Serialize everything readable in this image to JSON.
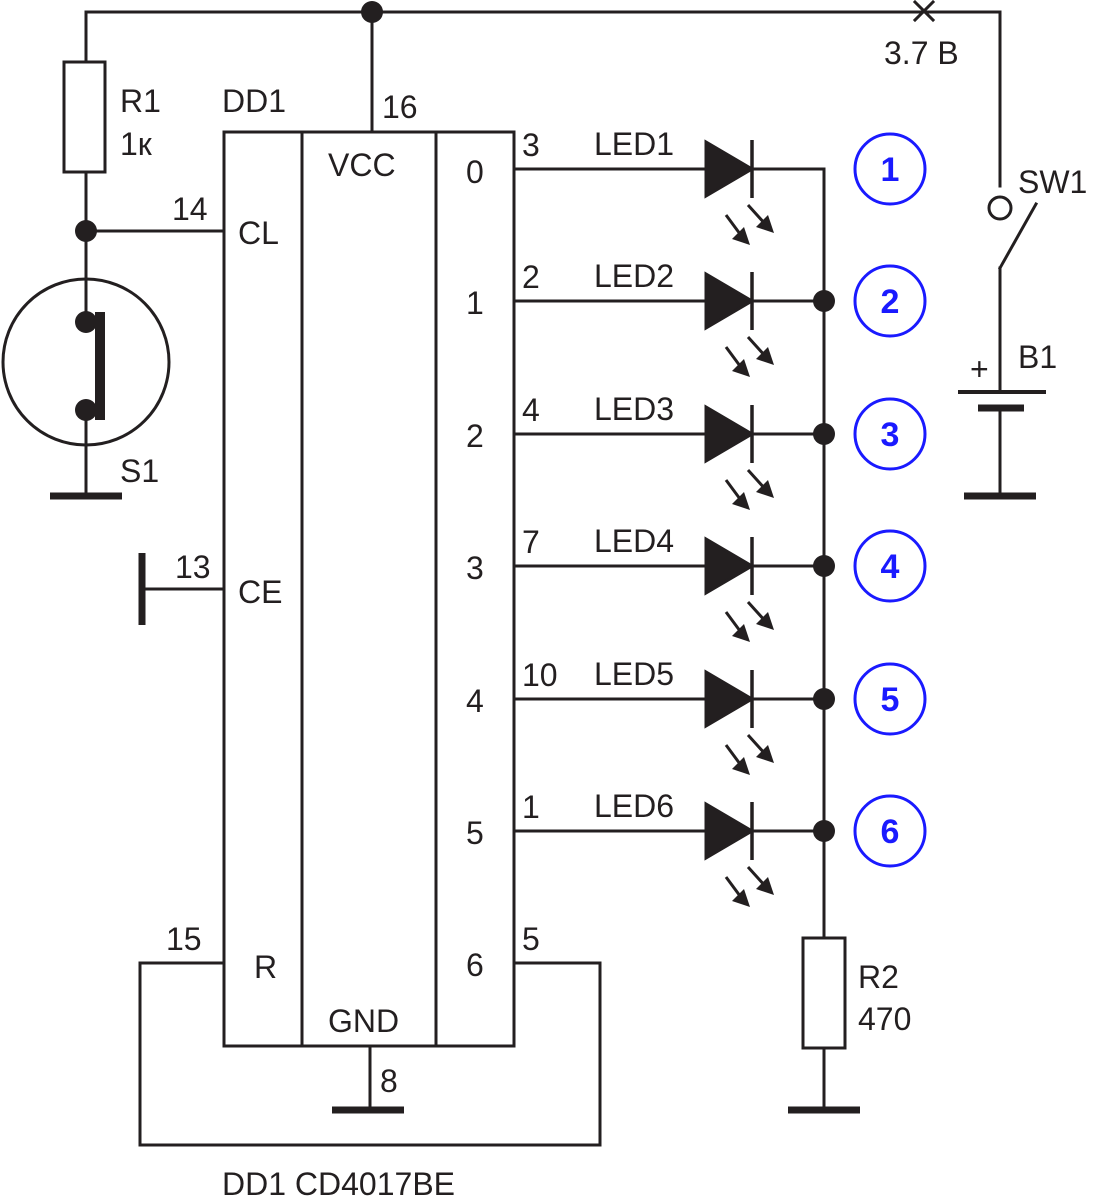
{
  "ic": {
    "designator": "DD1",
    "caption": "DD1  CD4017BE",
    "vcc_label": "VCC",
    "gnd_label": "GND",
    "vcc_pin": "16",
    "gnd_pin": "8",
    "inputs": [
      {
        "label": "CL",
        "pin": "14"
      },
      {
        "label": "CE",
        "pin": "13"
      },
      {
        "label": "R",
        "pin": "15"
      }
    ],
    "outputs": [
      {
        "label": "0",
        "pin": "3"
      },
      {
        "label": "1",
        "pin": "2"
      },
      {
        "label": "2",
        "pin": "4"
      },
      {
        "label": "3",
        "pin": "7"
      },
      {
        "label": "4",
        "pin": "10"
      },
      {
        "label": "5",
        "pin": "1"
      },
      {
        "label": "6",
        "pin": "5"
      }
    ]
  },
  "leds": [
    {
      "name": "LED1",
      "marker": "1"
    },
    {
      "name": "LED2",
      "marker": "2"
    },
    {
      "name": "LED3",
      "marker": "3"
    },
    {
      "name": "LED4",
      "marker": "4"
    },
    {
      "name": "LED5",
      "marker": "5"
    },
    {
      "name": "LED6",
      "marker": "6"
    }
  ],
  "r1": {
    "name": "R1",
    "value": "1к"
  },
  "r2": {
    "name": "R2",
    "value": "470"
  },
  "s1": {
    "name": "S1"
  },
  "sw1": {
    "name": "SW1"
  },
  "b1": {
    "name": "B1",
    "plus": "+"
  },
  "supply": {
    "voltage": "3.7 В"
  },
  "colors": {
    "wire": "#231f20",
    "marker": "#1a1aff",
    "background": "#ffffff"
  }
}
